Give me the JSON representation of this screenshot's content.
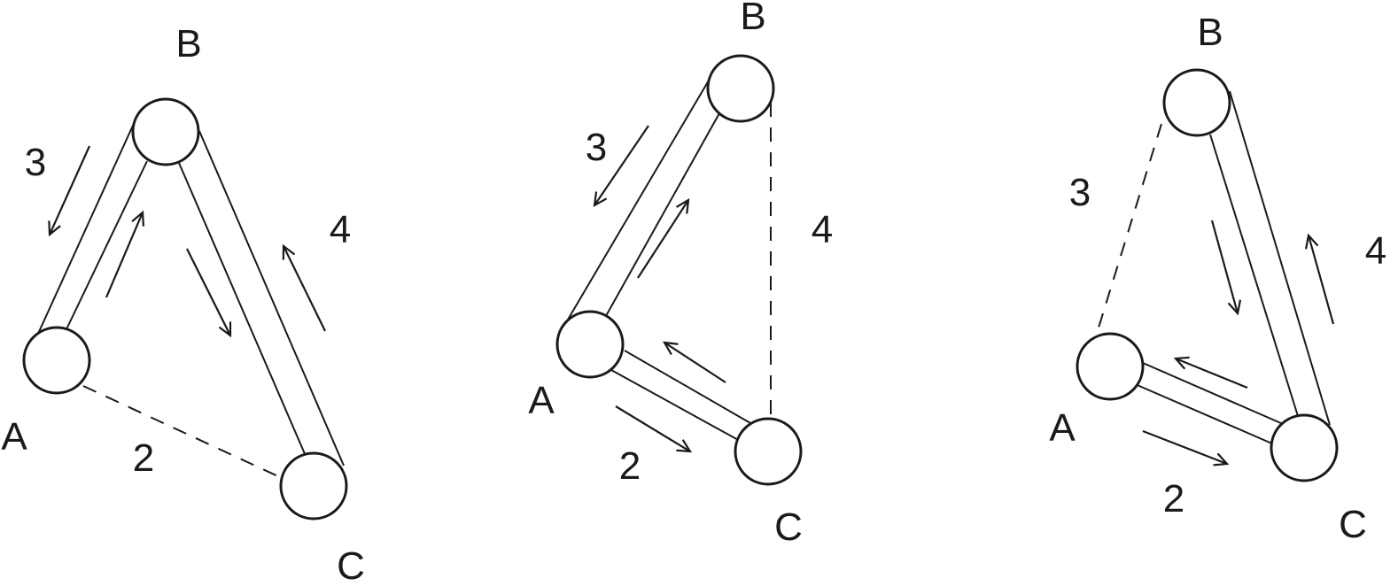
{
  "labels": {
    "node_a": "A",
    "node_b": "B",
    "node_c": "C",
    "edge_ac": "2",
    "edge_ab": "3",
    "edge_bc": "4"
  },
  "colors": {
    "stroke": "#1a1a1a",
    "node_fill": "#ffffff",
    "background": "#ffffff"
  }
}
